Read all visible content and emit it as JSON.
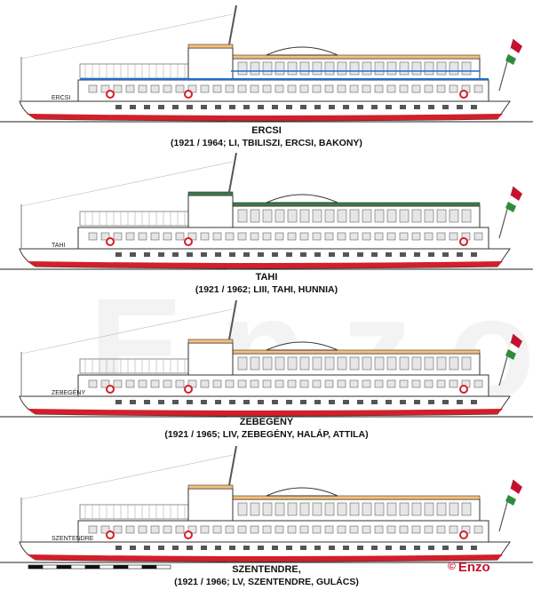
{
  "watermark": "Enzo",
  "copyright": {
    "symbol": "©",
    "author": "Enzo"
  },
  "colors": {
    "hull_red": "#d21f2a",
    "hull_white": "#ffffff",
    "outline": "#333333",
    "deck_orange": "#f5c07a",
    "deck_green": "#3f7a4a",
    "trim_blue": "#1f6fd1",
    "window": "#e6e6e6",
    "flag_red": "#c8102e",
    "flag_green": "#2e8b3e"
  },
  "ships": [
    {
      "hull_label": "ERCSI",
      "name": "ERCSI",
      "history": "(1921 / 1964; LI, TBILISZI, ERCSI, BAKONY)",
      "roof": "orange",
      "trim": "blue"
    },
    {
      "hull_label": "TAHI",
      "name": "TAHI",
      "history": "(1921 / 1962; LIII, TAHI, HUNNIA)",
      "roof": "green",
      "trim": "none"
    },
    {
      "hull_label": "ZEBEGÉNY",
      "name": "ZEBEGÉNY",
      "history": "(1921 / 1965; LIV, ZEBEGÉNY, HALÁP, ATTILA)",
      "roof": "orange",
      "trim": "none"
    },
    {
      "hull_label": "SZENTENDRE",
      "name": "SZENTENDRE,",
      "history": "(1921 / 1966; LV, SZENTENDRE, GULÁCS)",
      "roof": "orange",
      "trim": "none"
    }
  ]
}
